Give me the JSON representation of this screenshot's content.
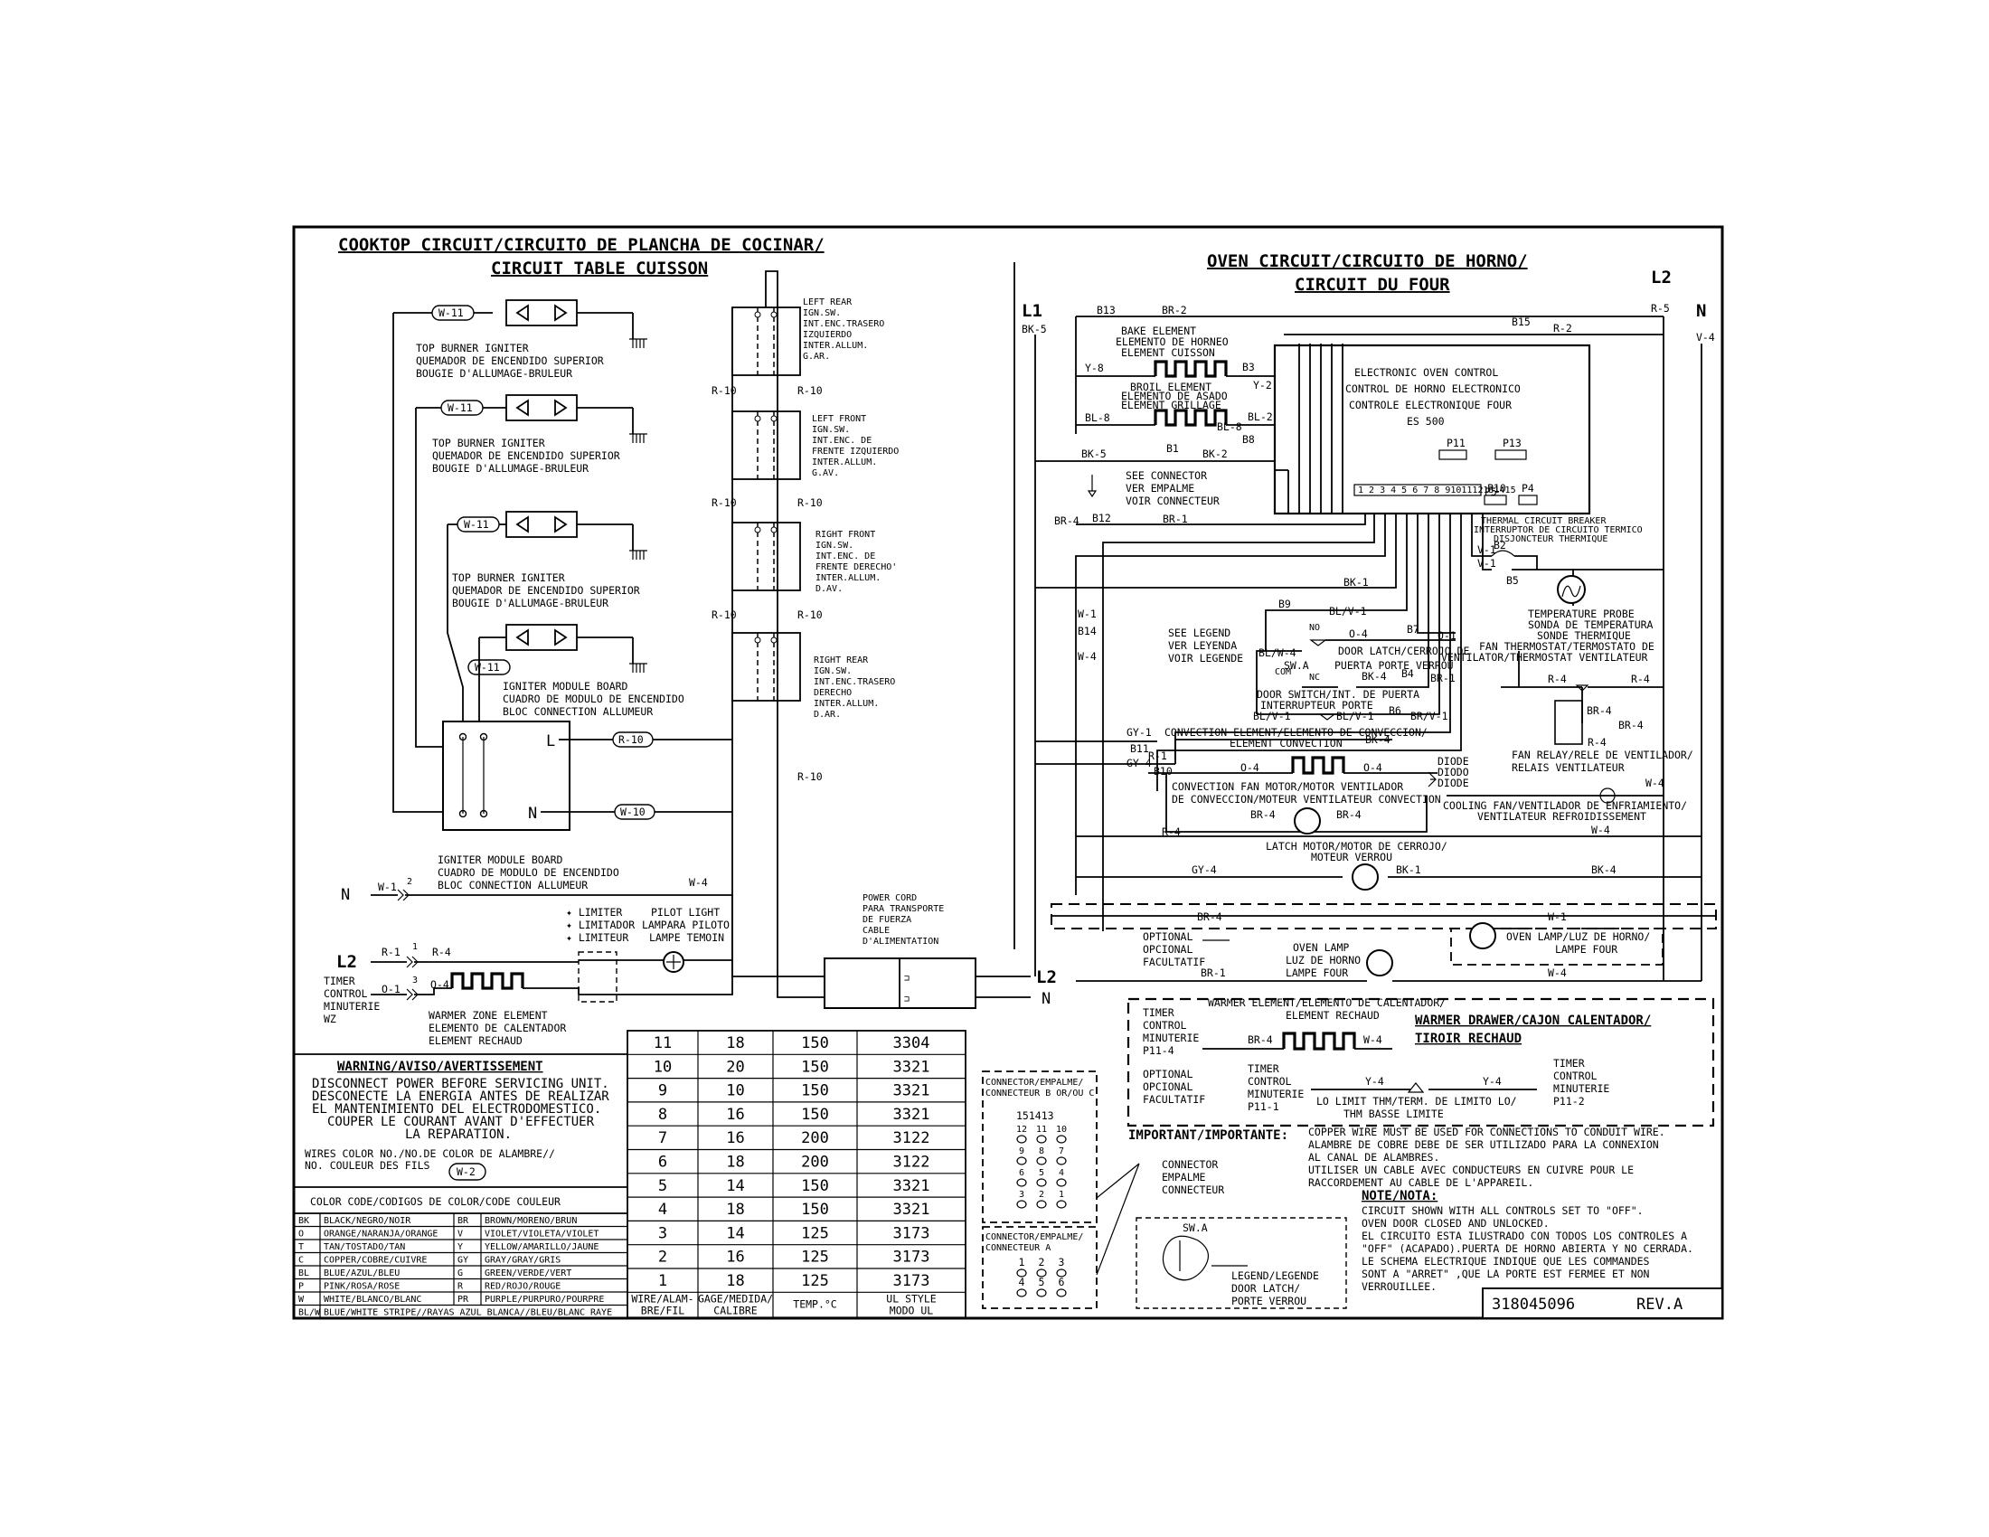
{
  "cooktop": {
    "title_line1": "COOKTOP CIRCUIT/CIRCUITO DE PLANCHA DE COCINAR/",
    "title_line2": "CIRCUIT TABLE CUISSON",
    "igniters": [
      {
        "wire": "W-11",
        "l1": "TOP BURNER IGNITER",
        "l2": "QUEMADOR DE ENCENDIDO SUPERIOR",
        "l3": "BOUGIE D'ALLUMAGE-BRULEUR"
      },
      {
        "wire": "W-11",
        "l1": "TOP BURNER IGNITER",
        "l2": "QUEMADOR DE ENCENDIDO SUPERIOR",
        "l3": "BOUGIE D'ALLUMAGE-BRULEUR"
      },
      {
        "wire": "W-11",
        "l1": "TOP BURNER IGNITER",
        "l2": "QUEMADOR DE ENCENDIDO SUPERIOR",
        "l3": "BOUGIE D'ALLUMAGE-BRULEUR"
      },
      {
        "wire": "W-11",
        "l1": "IGNITER MODULE BOARD",
        "l2": "CUADRO DE MODULO DE ENCENDIDO",
        "l3": "BLOC CONNECTION ALLUMEUR"
      }
    ],
    "switches": [
      {
        "lines": [
          "LEFT REAR",
          "IGN.SW.",
          "INT.ENC.TRASERO",
          "IZQUIERDO",
          "INTER.ALLUM.",
          "G.AR."
        ]
      },
      {
        "lines": [
          "LEFT FRONT",
          "IGN.SW.",
          "INT.ENC. DE",
          "FRENTE IZQUIERDO",
          "INTER.ALLUM.",
          "G.AV."
        ]
      },
      {
        "lines": [
          "RIGHT FRONT",
          "IGN.SW.",
          "INT.ENC. DE",
          "FRENTE DERECHO'",
          "INTER.ALLUM.",
          "D.AV."
        ]
      },
      {
        "lines": [
          "RIGHT REAR",
          "IGN.SW.",
          "INT.ENC.TRASERO",
          "DERECHO",
          "INTER.ALLUM.",
          "D.AR."
        ]
      }
    ],
    "r10": "R-10",
    "module_l": "L",
    "module_n": "N",
    "module_label": [
      "IGNITER MODULE BOARD",
      "CUADRO DE MODULO DE ENCENDIDO",
      "BLOC CONNECTION ALLUMEUR"
    ],
    "n_label": "N",
    "l2_label": "L2",
    "w1": "W-1",
    "w4": "W-4",
    "r1": "R-1",
    "r4": "R-4",
    "o1": "O-1",
    "o4": "O-4",
    "w10": "W-10",
    "timer": [
      "TIMER",
      "CONTROL",
      "MINUTERIE",
      "WZ"
    ],
    "limiter": [
      "LIMITER",
      "LIMITADOR",
      "LIMITEUR"
    ],
    "pilot": [
      "PILOT LIGHT",
      "LAMPARA PILOTO",
      "LAMPE TEMOIN"
    ],
    "warmer_zone": [
      "WARMER ZONE ELEMENT",
      "ELEMENTO DE CALENTADOR",
      "ELEMENT RECHAUD"
    ],
    "power_cord": [
      "POWER CORD",
      "PARA TRANSPORTE",
      "DE FUERZA",
      "CABLE",
      "D'ALIMENTATION"
    ],
    "pc_l2": "L2",
    "pc_n": "N"
  },
  "warning": {
    "title": "WARNING/AVISO/AVERTISSEMENT",
    "lines": [
      "DISCONNECT POWER BEFORE SERVICING UNIT.",
      "DESCONECTE LA ENERGIA ANTES DE REALIZAR",
      "EL MANTENIMIENTO DEL ELECTRODOMESTICO.",
      "COUPER LE COURANT AVANT D'EFFECTUER",
      "LA REPARATION."
    ],
    "wires_line1": "WIRES COLOR NO./NO.DE COLOR DE ALAMBRE//",
    "wires_line2": "NO. COULEUR DES FILS",
    "wire_example": "W-2",
    "color_title": "COLOR CODE/CODIGOS DE COLOR/CODE COULEUR",
    "colors": [
      [
        "BK",
        "BLACK/NEGRO/NOIR",
        "BR",
        "BROWN/MORENO/BRUN"
      ],
      [
        "O",
        "ORANGE/NARANJA/ORANGE",
        "V",
        "VIOLET/VIOLETA/VIOLET"
      ],
      [
        "T",
        "TAN/TOSTADO/TAN",
        "Y",
        "YELLOW/AMARILLO/JAUNE"
      ],
      [
        "C",
        "COPPER/COBRE/CUIVRE",
        "GY",
        "GRAY/GRAY/GRIS"
      ],
      [
        "BL",
        "BLUE/AZUL/BLEU",
        "G",
        "GREEN/VERDE/VERT"
      ],
      [
        "P",
        "PINK/ROSA/ROSE",
        "R",
        "RED/ROJO/ROUGE"
      ],
      [
        "W",
        "WHITE/BLANCO/BLANC",
        "PR",
        "PURPLE/PURPURO/POURPRE"
      ],
      [
        "BL/W",
        "BLUE/WHITE STRIPE//RAYAS AZUL BLANCA//BLEU/BLANC RAYE",
        "",
        ""
      ]
    ]
  },
  "wire_table": {
    "rows": [
      [
        "11",
        "18",
        "150",
        "3304"
      ],
      [
        "10",
        "20",
        "150",
        "3321"
      ],
      [
        "9",
        "10",
        "150",
        "3321"
      ],
      [
        "8",
        "16",
        "150",
        "3321"
      ],
      [
        "7",
        "16",
        "200",
        "3122"
      ],
      [
        "6",
        "18",
        "200",
        "3122"
      ],
      [
        "5",
        "14",
        "150",
        "3321"
      ],
      [
        "4",
        "18",
        "150",
        "3321"
      ],
      [
        "3",
        "14",
        "125",
        "3173"
      ],
      [
        "2",
        "16",
        "125",
        "3173"
      ],
      [
        "1",
        "18",
        "125",
        "3173"
      ]
    ],
    "headers": [
      [
        "WIRE/ALAM-",
        "BRE/FIL"
      ],
      [
        "GAGE/MEDIDA/",
        "CALIBRE"
      ],
      [
        "TEMP.°C",
        ""
      ],
      [
        "UL STYLE",
        "MODO UL"
      ]
    ]
  },
  "connectors": {
    "b_title": [
      "CONNECTOR/EMPALME/",
      "CONNECTEUR B OR/OU C"
    ],
    "b_top": "151413",
    "b_cols": [
      [
        "12",
        "9",
        "6",
        "3"
      ],
      [
        "11",
        "8",
        "5",
        "2"
      ],
      [
        "10",
        "7",
        "4",
        "1"
      ]
    ],
    "a_title": [
      "CONNECTOR/EMPALME/",
      "CONNECTEUR A"
    ],
    "a_nums": [
      "1",
      "2",
      "3",
      "4",
      "5",
      "6"
    ],
    "label": [
      "CONNECTOR",
      "EMPALME",
      "CONNECTEUR"
    ],
    "legend_sw": "SW.A",
    "legend": [
      "LEGEND/LEGENDE",
      "DOOR LATCH/",
      "PORTE VERROU"
    ]
  },
  "oven": {
    "title_line1": "OVEN CIRCUIT/CIRCUITO DE HORNO/",
    "title_line2": "CIRCUIT DU FOUR",
    "l1": "L1",
    "l2": "L2",
    "n": "N",
    "bk5": "BK-5",
    "r5": "R-5",
    "v4": "V-4",
    "eoc": [
      "ELECTRONIC OVEN CONTROL",
      "CONTROL DE HORNO ELECTRONICO",
      "CONTROLE ELECTRONIQUE FOUR",
      "ES 500"
    ],
    "bake": [
      "BAKE ELEMENT",
      "ELEMENTO DE HORNEO",
      "ELEMENT CUISSON"
    ],
    "broil": [
      "BROIL ELEMENT",
      "ELEMENTO DE ASADO",
      "ELEMENT GRILLAGE"
    ],
    "labels": {
      "b13": "B13",
      "br2": "BR-2",
      "b15": "B15",
      "r2": "R-2",
      "y8": "Y-8",
      "b3": "B3",
      "y2": "Y-2",
      "bl8": "BL-8",
      "bl2": "BL-2",
      "b8": "B8",
      "bk5b": "BK-5",
      "b1": "B1",
      "bk2": "BK-2",
      "p11": "P11",
      "p13": "P13",
      "p5": "P5",
      "p10": "P10",
      "p4": "P4",
      "br4": "BR-4",
      "b12": "B12",
      "br1": "BR-1",
      "v1": "V-1",
      "b2": "B2",
      "b5": "B5",
      "bk1": "BK-1",
      "b9": "B9",
      "blv1": "BL/V-1",
      "w1": "W-1",
      "b14": "B14",
      "w4": "W-4",
      "o4": "O-4",
      "b7": "B7",
      "o1": "O-1",
      "blw4": "BL/W-4",
      "bk4": "BK-4",
      "b4": "B4",
      "br1b": "BR-1",
      "b6": "B6",
      "brv1": "BR/V-1",
      "gy1": "GY-1",
      "b11": "B11",
      "gy4": "GY-4",
      "r1": "R-1",
      "b10": "B10",
      "r4": "R-4",
      "w4b": "W-4",
      "gy4b": "GY-4",
      "bk1b": "BK-1",
      "bk4b": "BK-4",
      "br4b": "BR-4",
      "w1b": "W-1",
      "w4c": "W-4",
      "br1c": "BR-1",
      "no": "NO",
      "nc": "NC",
      "com": "COM"
    },
    "see_connector": [
      "SEE CONNECTOR",
      "VER EMPALME",
      "VOIR CONNECTEUR"
    ],
    "thermal": [
      "THERMAL CIRCUIT BREAKER",
      "INTERRUPTOR DE CIRCUITO TERMICO",
      "DISJONCTEUR THERMIQUE"
    ],
    "probe": [
      "TEMPERATURE PROBE",
      "SONDA DE TEMPERATURA",
      "SONDE THERMIQUE",
      "FAN THERMOSTAT/TERMOSTATO DE",
      "VENTILATOR/THERMOSTAT VENTILATEUR"
    ],
    "see_legend": [
      "SEE LEGEND",
      "VER LEYENDA",
      "VOIR LEGENDE"
    ],
    "door_latch": [
      "DOOR LATCH/CERROJO DE",
      "SW.A",
      "PUERTA PORTE VERROU"
    ],
    "door_switch": [
      "DOOR SWITCH/INT. DE PUERTA",
      "INTERRUPTEUR PORTE"
    ],
    "convection": [
      "CONVECTION ELEMENT/ELEMENTO DE CONVECCION/",
      "ELEMENT CONVECTION"
    ],
    "fan_relay": [
      "FAN RELAY/RELE DE VENTILADOR/",
      "RELAIS VENTILATEUR"
    ],
    "diode": [
      "DIODE",
      "DIODO",
      "DIODE"
    ],
    "conv_fan": [
      "CONVECTION FAN MOTOR/MOTOR VENTILADOR",
      "DE CONVECCION/MOTEUR VENTILATEUR CONVECTION"
    ],
    "cooling_fan": [
      "COOLING FAN/VENTILADOR DE ENFRIAMIENTO/",
      "VENTILATEUR REFROIDISSEMENT"
    ],
    "latch_motor": [
      "LATCH MOTOR/MOTOR DE CERROJO/",
      "MOTEUR VERROU"
    ],
    "optional": [
      "OPTIONAL",
      "OPCIONAL",
      "FACULTATIF"
    ],
    "oven_lamp": [
      "OVEN LAMP",
      "LUZ DE HORNO",
      "LAMPE FOUR"
    ],
    "oven_lamp2": [
      "OVEN LAMP/LUZ DE HORNO/",
      "LAMPE FOUR"
    ]
  },
  "warmer": {
    "title_line1": "WARMER DRAWER/CAJON CALENTADOR/",
    "title_line2": "TIROIR RECHAUD",
    "timer": [
      "TIMER",
      "CONTROL",
      "MINUTERIE",
      "P11-4"
    ],
    "element": [
      "WARMER ELEMENT/ELEMENTO DE CALENTADOR/",
      "ELEMENT RECHAUD"
    ],
    "br4": "BR-4",
    "w4": "W-4",
    "y4": "Y-4",
    "optional": [
      "OPTIONAL",
      "OPCIONAL",
      "FACULTATIF"
    ],
    "timer2": [
      "TIMER",
      "CONTROL",
      "MINUTERIE",
      "P11-1"
    ],
    "limit": [
      "LO LIMIT THM/TERM. DE LIMITO LO/",
      "THM BASSE LIMITE"
    ],
    "timer3": [
      "TIMER",
      "CONTROL",
      "MINUTERIE",
      "P11-2"
    ]
  },
  "important": {
    "title": "IMPORTANT/IMPORTANTE:",
    "lines": [
      "COPPER WIRE MUST BE USED FOR CONNECTIONS TO CONDUIT WIRE.",
      "ALAMBRE DE COBRE DEBE DE SER UTILIZADO PARA LA CONNEXION",
      "AL CANAL DE ALAMBRES.",
      "UTILISER UN CABLE AVEC CONDUCTEURS EN CUIVRE POUR LE",
      "RACCORDEMENT AU CABLE DE L'APPAREIL."
    ]
  },
  "note": {
    "title": "NOTE/NOTA:",
    "lines": [
      "CIRCUIT SHOWN WITH ALL CONTROLS SET TO \"OFF\".",
      "OVEN DOOR CLOSED AND UNLOCKED.",
      "EL CIRCUITO ESTA ILUSTRADO CON TODOS LOS CONTROLES A",
      "\"OFF\" (ACAPADO).PUERTA DE HORNO ABIERTA Y NO CERRADA.",
      "LE SCHEMA ELECTRIQUE INDIQUE QUE LES COMMANDES",
      "SONT A \"ARRET\" ,QUE LA PORTE EST FERMEE ET NON",
      "VERROUILLEE."
    ]
  },
  "part": {
    "number": "318045096",
    "rev": "REV.A"
  }
}
